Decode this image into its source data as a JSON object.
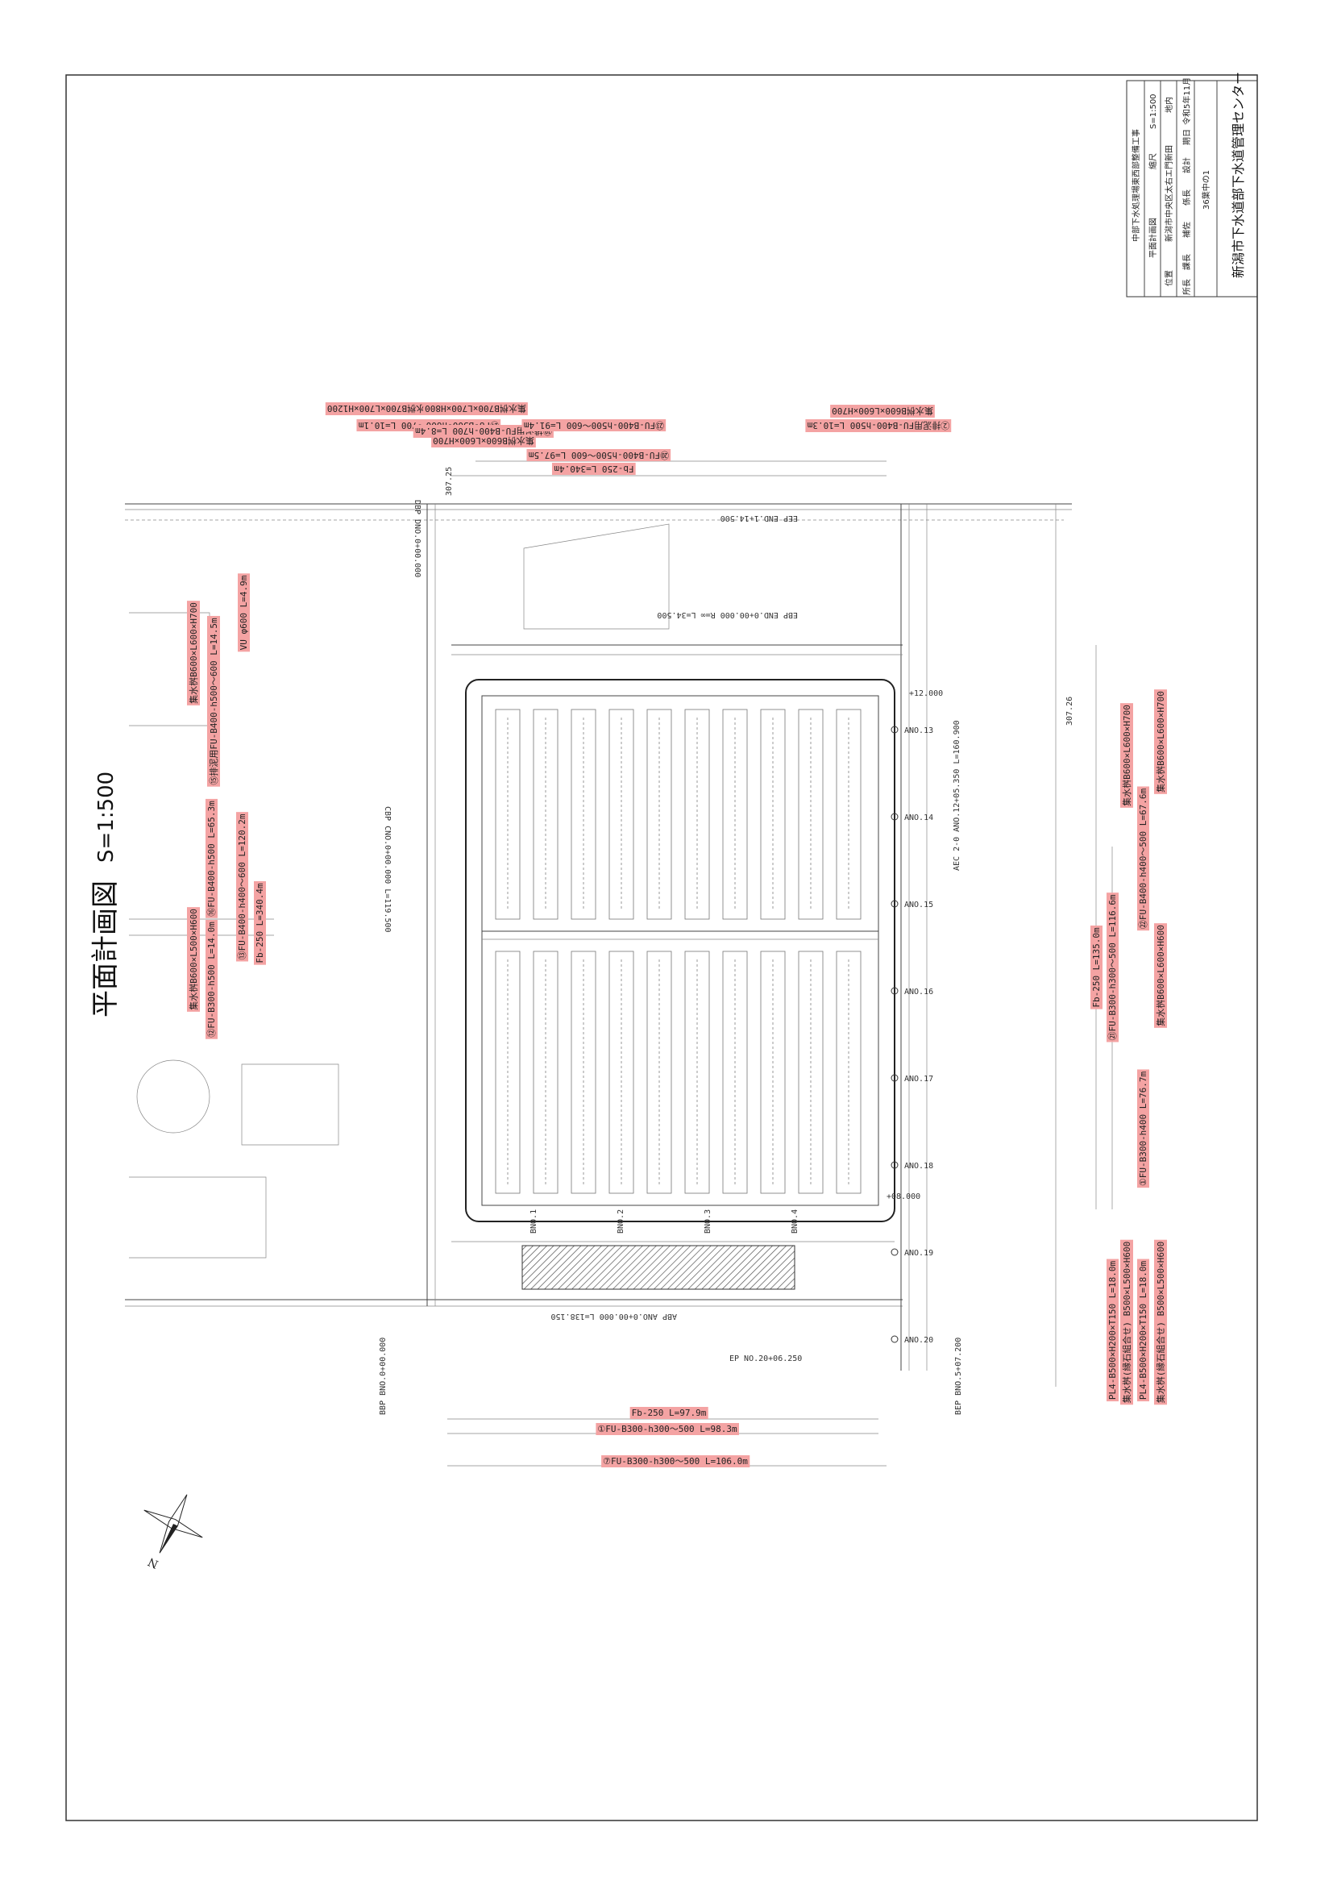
{
  "title": {
    "main": "平面計画図",
    "scale": "S=1:500"
  },
  "title_block": {
    "project": "中部下水処理場東西部整備工事",
    "drawing_name": "平面計画図",
    "scale_label": "縮尺",
    "scale_value": "S=1:500",
    "location_label": "位置",
    "location_value": "新潟市中央区太右エ門新田",
    "location_suffix": "地内",
    "date_label": "期日",
    "date_value": "令和5年11月",
    "roles": [
      "所長",
      "課長",
      "補佐",
      "係長",
      "設計"
    ],
    "sheet": "36葉中の1",
    "organization": "新潟市下水道部下水道管理センター"
  },
  "labels_top": [
    "集水桝B700×L700×H1200",
    "集水桝B700×L700×H800",
    "㉔FU-B500-h600～700 L=10.1m",
    "⑲排泥用FU-B400-h700 L=8.4m",
    "集水桝B600×L600×H700",
    "㉓FU-B400-h500～600 L=91.4m",
    "⑳FU-B400-h500～600 L=97.5m",
    "Fb-250 L=340.4m",
    "集水桝B600×L600×H700",
    "②排泥用FU-B400-h500 L=10.3m"
  ],
  "labels_bottom": [
    "Fb-250 L=97.9m",
    "①FU-B300-h300～500 L=98.3m",
    "⑦FU-B300-h300～500 L=106.0m"
  ],
  "labels_right": [
    "集水桝B600×L600×H700",
    "㉒FU-B400-h400～500 L=67.6m",
    "集水桝B600×L600×H700",
    "Fb-250 L=135.0m",
    "㉑FU-B300-h300～500 L=116.6m",
    "集水桝B600×L600×H600",
    "①FU-B300-h400 L=76.7m",
    "PL4-B500×H200×T150 L=18.0m",
    "集水桝(縁石組合せ) B500×L500×H600",
    "PL4-B500×H200×T150 L=18.0m",
    "集水桝(縁石組合せ) B500×L500×H600"
  ],
  "labels_left": [
    "集水桝B600×L600×H700",
    "⑮排泥用FU-B400-h500～600 L=14.5m",
    "VU φ600 L=4.9m",
    "⑯FU-B400-h500 L=65.3m",
    "⑬FU-B400-h400～600 L=120.2m",
    "Fb-250 L=340.4m",
    "集水桝B600×L500×H600",
    "⑫FU-B300-h500 L=14.0m"
  ],
  "stations_right": [
    "ANO.13",
    "ANO.14",
    "ANO.15",
    "ANO.16",
    "ANO.17",
    "ANO.18",
    "ANO.19",
    "ANO.20"
  ],
  "stations_bottom": [
    "BNO.1",
    "BNO.2",
    "BNO.3",
    "BNO.4"
  ],
  "annotations": {
    "ep": "EP NO.20+06.250",
    "bep": "BEP BNO.5+07.200",
    "bbp": "BBP BNO.0+00.000",
    "abp": "ABP ANO.0+00.000 L=138.150",
    "cbp": "CBP CNO.0+00.000 L=119.500",
    "aec": "AEC 2-0 ANO.12+05.350 L=160.900",
    "eep": "EEP END.1+14.500",
    "ebp": "EBP END.0+00.000 R=∞ L=34.500",
    "dbp": "DBP DNO.0+00.000",
    "elev1": "307.25",
    "elev2": "307.26",
    "plus12": "+12.000",
    "plus08": "+08.000",
    "north": "N"
  },
  "colors": {
    "label_bg": "#f4a3a3",
    "line": "#444444",
    "hatch": "#555555"
  }
}
